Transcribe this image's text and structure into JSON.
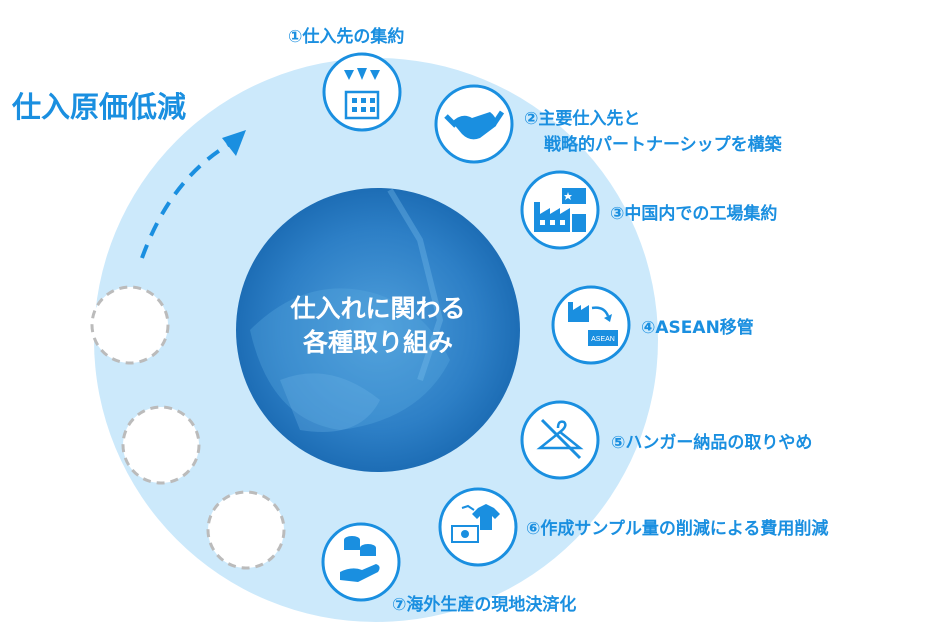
{
  "title": "仕入原価低減",
  "center": {
    "line1": "仕入れに関わる",
    "line2": "各種取り組み"
  },
  "items": [
    {
      "label": "①仕入先の集約",
      "icon": "building-arrows-icon"
    },
    {
      "label_line1": "②主要仕入先と",
      "label_line2": "戦略的パートナーシップを構築",
      "icon": "handshake-icon"
    },
    {
      "label": "③中国内での工場集約",
      "icon": "factory-china-flag-icon"
    },
    {
      "label": "④ASEAN移管",
      "icon": "factory-to-asean-icon",
      "icon_text": "ASEAN"
    },
    {
      "label": "⑤ハンガー納品の取りやめ",
      "icon": "no-hanger-icon"
    },
    {
      "label": "⑥作成サンプル量の削減による費用削減",
      "icon": "clothes-money-icon"
    },
    {
      "label": "⑦海外生産の現地決済化",
      "icon": "coins-hand-icon"
    }
  ],
  "colors": {
    "ring": "#cce9fb",
    "accent": "#1a8fe0",
    "center": "#2a7cc4",
    "icon_border": "#1a8fe0",
    "placeholder": "#bbbbbb"
  }
}
